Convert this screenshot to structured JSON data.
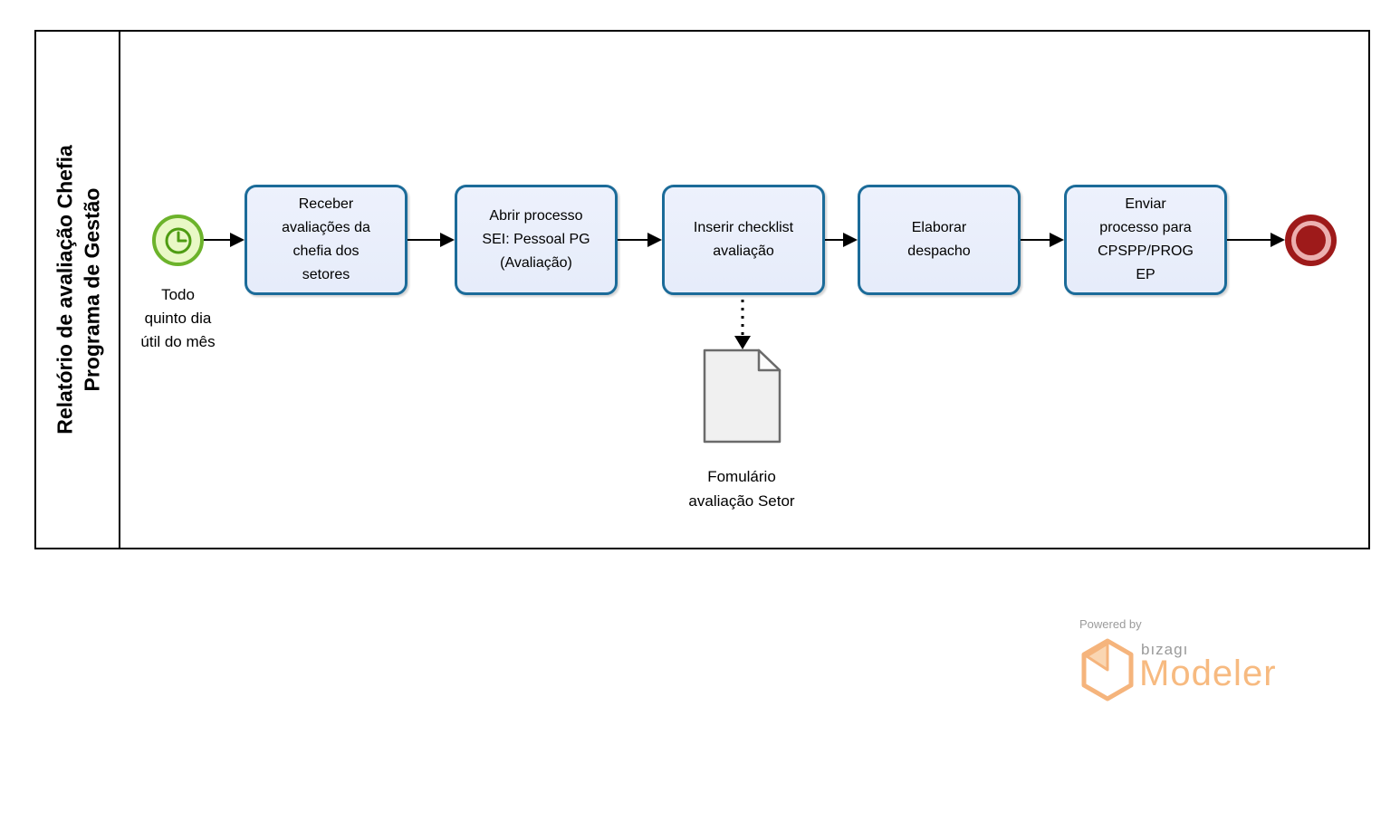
{
  "diagram": {
    "pool": {
      "title": "Relatório de avaliação Chefia\nPrograma de Gestão"
    },
    "start_event": {
      "type": "timer-start-event",
      "label": "Todo\nquinto dia\nútil do mês"
    },
    "tasks": [
      {
        "label": "Receber\navaliações da\nchefia dos\nsetores"
      },
      {
        "label": "Abrir processo\nSEI: Pessoal PG\n(Avaliação)"
      },
      {
        "label": "Inserir checklist\navaliação"
      },
      {
        "label": "Elaborar\ndespacho"
      },
      {
        "label": "Enviar\nprocesso para\nCPSPP/PROG\nEP"
      }
    ],
    "end_event": {
      "type": "end-event"
    },
    "data_object": {
      "label": "Fomulário\navaliação Setor"
    },
    "colors": {
      "task_border": "#1B6B99",
      "task_fill": "#E9EFFB",
      "start_border": "#6CB32B",
      "start_fill": "#E9F8C6",
      "end_color": "#9E1A1A",
      "end_ring": "#ECB0B0",
      "document_fill": "#F0F0F0",
      "document_border": "#6B6B6B",
      "pool_border": "#000000"
    }
  },
  "footer": {
    "powered_by": "Powered by",
    "brand": "bızagı",
    "product": "Modeler",
    "brand_color": "#F7BA80"
  }
}
